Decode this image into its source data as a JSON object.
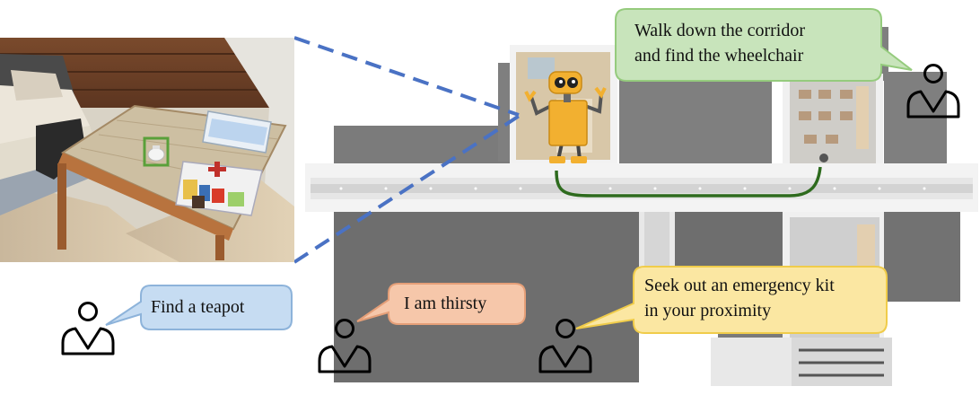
{
  "bubbles": {
    "teapot": {
      "text": "Find a teapot",
      "fill": "#c6dcf2",
      "stroke": "#8db3da"
    },
    "thirsty": {
      "text": "I am thirsty",
      "fill": "#f6c7aa",
      "stroke": "#e59f78"
    },
    "emergency": {
      "line1": "Seek out an emergency kit",
      "line2": "in your proximity",
      "fill": "#fbe7a2",
      "stroke": "#f0cc4a"
    },
    "corridor": {
      "line1": "Walk down the corridor",
      "line2": "and find the wheelchair",
      "fill": "#c8e4bb",
      "stroke": "#95cb7d"
    }
  },
  "colors": {
    "path": "#2e6b1e",
    "dash": "#4a72c4",
    "robot_body": "#f2b030",
    "highlight_box": "#5aa03a"
  },
  "icons": [
    "person-icon",
    "robot-icon",
    "first-aid-kit-icon",
    "teapot-icon"
  ]
}
